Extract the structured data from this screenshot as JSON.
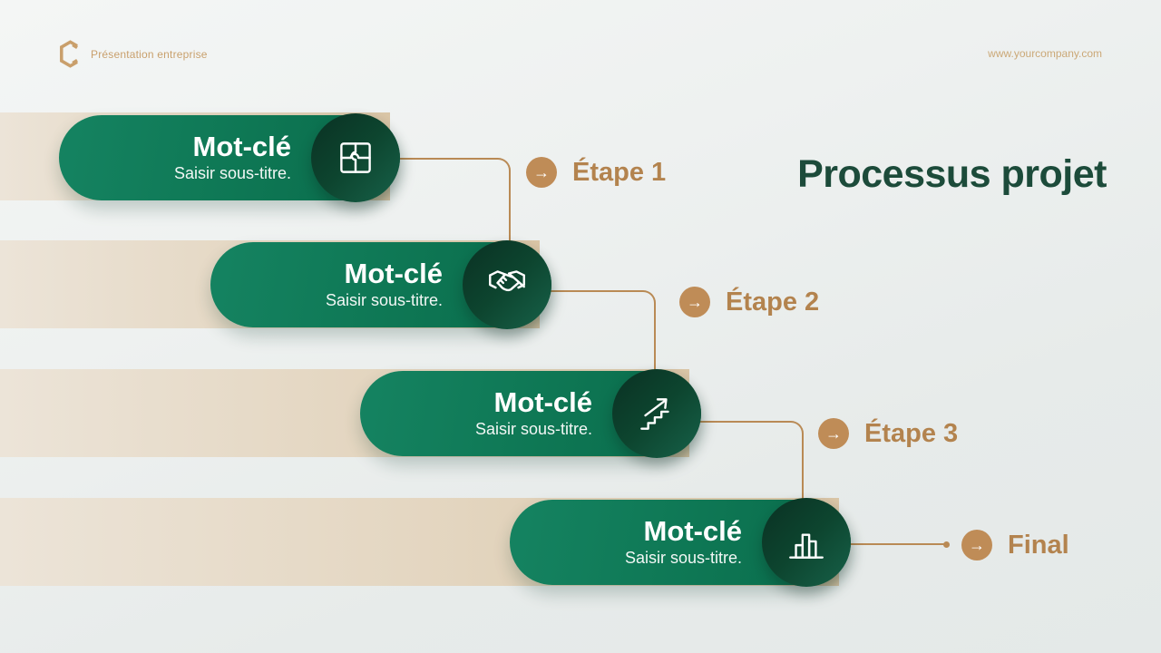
{
  "header": {
    "company_label": "Présentation entreprise",
    "website": "www.yourcompany.com"
  },
  "title": "Processus projet",
  "steps": [
    {
      "keyword": "Mot-clé",
      "subtitle": "Saisir sous-titre.",
      "label": "Étape 1",
      "icon": "puzzle"
    },
    {
      "keyword": "Mot-clé",
      "subtitle": "Saisir sous-titre.",
      "label": "Étape 2",
      "icon": "handshake"
    },
    {
      "keyword": "Mot-clé",
      "subtitle": "Saisir sous-titre.",
      "label": "Étape 3",
      "icon": "stairs-growth"
    },
    {
      "keyword": "Mot-clé",
      "subtitle": "Saisir sous-titre.",
      "label": "Final",
      "icon": "bar-chart"
    }
  ],
  "glyphs": {
    "arrow_right": "→"
  },
  "colors": {
    "accent_gold": "#bf8c57",
    "label_gold": "#b3834e",
    "connector_gold": "#b98a55",
    "pill_green": "#0e7754",
    "circle_green_dark": "#0a3123",
    "title_green": "#1c4b3a",
    "bar_beige": "#d9c5a6",
    "background": "#ecefee"
  }
}
